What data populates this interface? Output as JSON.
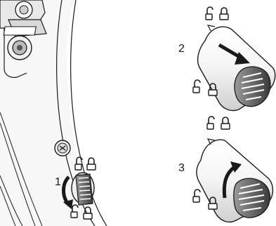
{
  "diagram": {
    "steps": [
      {
        "number": "1",
        "icon": "rotate-counterclockwise-arrow-icon"
      },
      {
        "number": "2",
        "icon": "pull-out-arrow-icon"
      },
      {
        "number": "3",
        "icon": "rotate-clockwise-arrow-icon"
      }
    ],
    "lock_icons": [
      "unlocked-padlock-icon",
      "locked-padlock-icon"
    ],
    "colors": {
      "line": "#1a1a1a",
      "fill_light": "#f2f2f2",
      "fill_mid": "#cfcfcf",
      "fill_dark": "#555555"
    }
  }
}
